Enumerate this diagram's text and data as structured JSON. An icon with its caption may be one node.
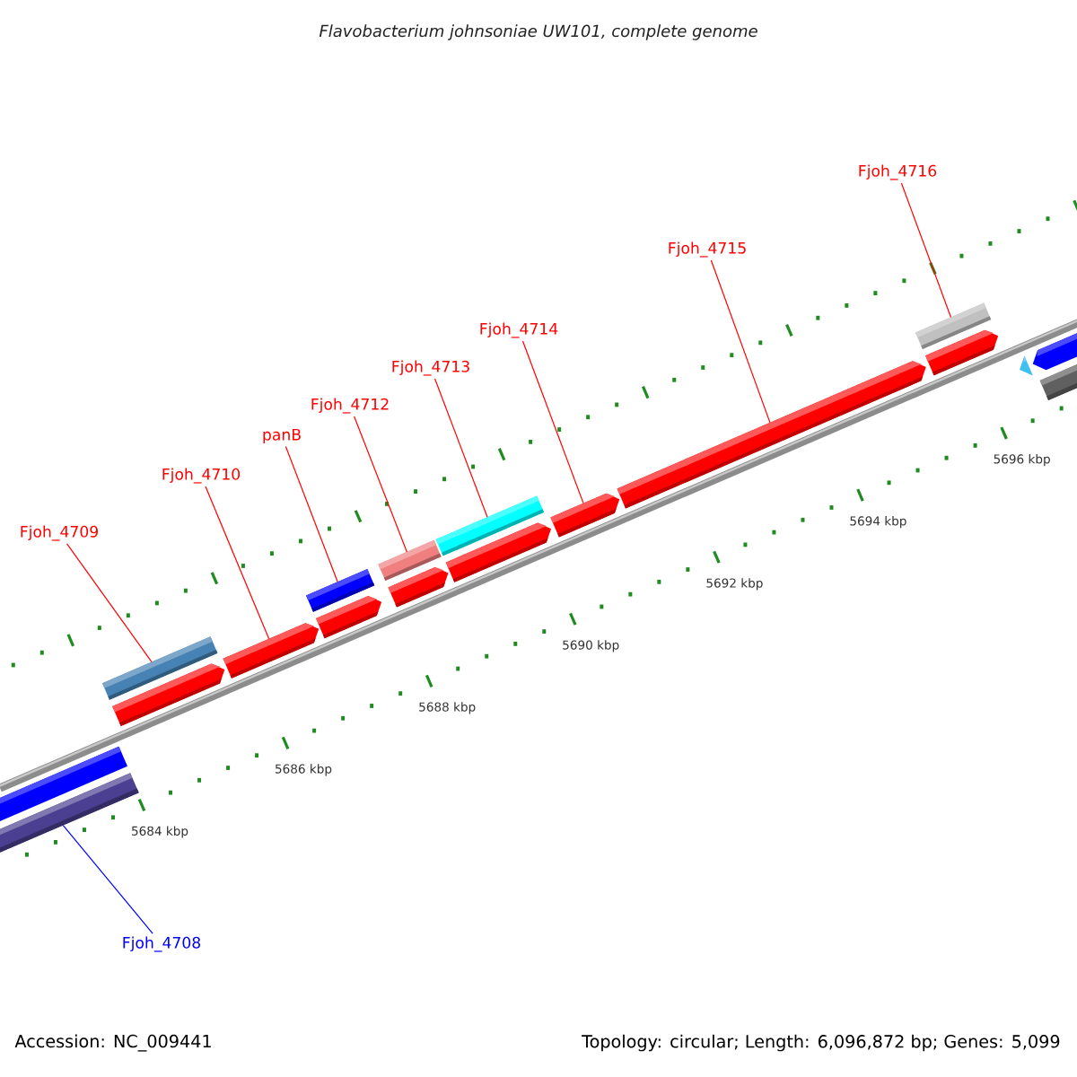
{
  "diagram": {
    "title": "Flavobacterium johnsoniae UW101, complete genome",
    "nodes": [
      {
        "text": [
          "Fjoh_4716"
        ]
      },
      {
        "text": [
          "Fjoh_4715"
        ]
      },
      {
        "text": [
          "Fjoh_4714"
        ]
      },
      {
        "text": [
          "Fjoh_4713"
        ]
      },
      {
        "text": [
          "Fjoh_4712"
        ]
      },
      {
        "text": [
          "panB"
        ]
      },
      {
        "text": [
          "Fjoh_4710"
        ]
      },
      {
        "text": [
          "Fjoh_4709"
        ]
      },
      {
        "text": [
          "Fjoh_4708"
        ]
      },
      {
        "text": [],
        "shape": "arrow"
      },
      {
        "text": [],
        "shape": "arrow"
      },
      {
        "text": [],
        "shape": "arrow"
      },
      {
        "text": [],
        "shape": "arrow"
      },
      {
        "text": [],
        "shape": "arrow"
      },
      {
        "text": [],
        "shape": "arrow"
      },
      {
        "text": [],
        "shape": "arrow"
      },
      {
        "text": [],
        "shape": "arrow"
      },
      {
        "text": [],
        "shape": "arrow"
      },
      {
        "text": [],
        "shape": "arrow"
      },
      {
        "text": [],
        "shape": "arrow"
      }
    ],
    "edges": [
      {
        "from": 0,
        "to": 17,
        "arrow": "none"
      },
      {
        "from": 1,
        "to": 16,
        "arrow": "none"
      },
      {
        "from": 2,
        "to": 15,
        "arrow": "none"
      },
      {
        "from": 3,
        "to": 14,
        "arrow": "none"
      },
      {
        "from": 4,
        "to": 13,
        "arrow": "none"
      },
      {
        "from": 5,
        "to": 12,
        "arrow": "none"
      },
      {
        "from": 6,
        "to": 11,
        "arrow": "none"
      },
      {
        "from": 7,
        "to": 10,
        "arrow": "none"
      },
      {
        "from": 8,
        "to": 9,
        "arrow": "none",
        "color": "#0000ff"
      }
    ],
    "labels": [
      "5696 kbp",
      "5694 kbp",
      "5692 kbp",
      "5690 kbp",
      "5688 kbp",
      "5686 kbp",
      "5684 kbp",
      "Accession: NC_009441",
      "Topology: circular; Length: 6,096,872 bp; Genes: 5,099"
    ]
  }
}
